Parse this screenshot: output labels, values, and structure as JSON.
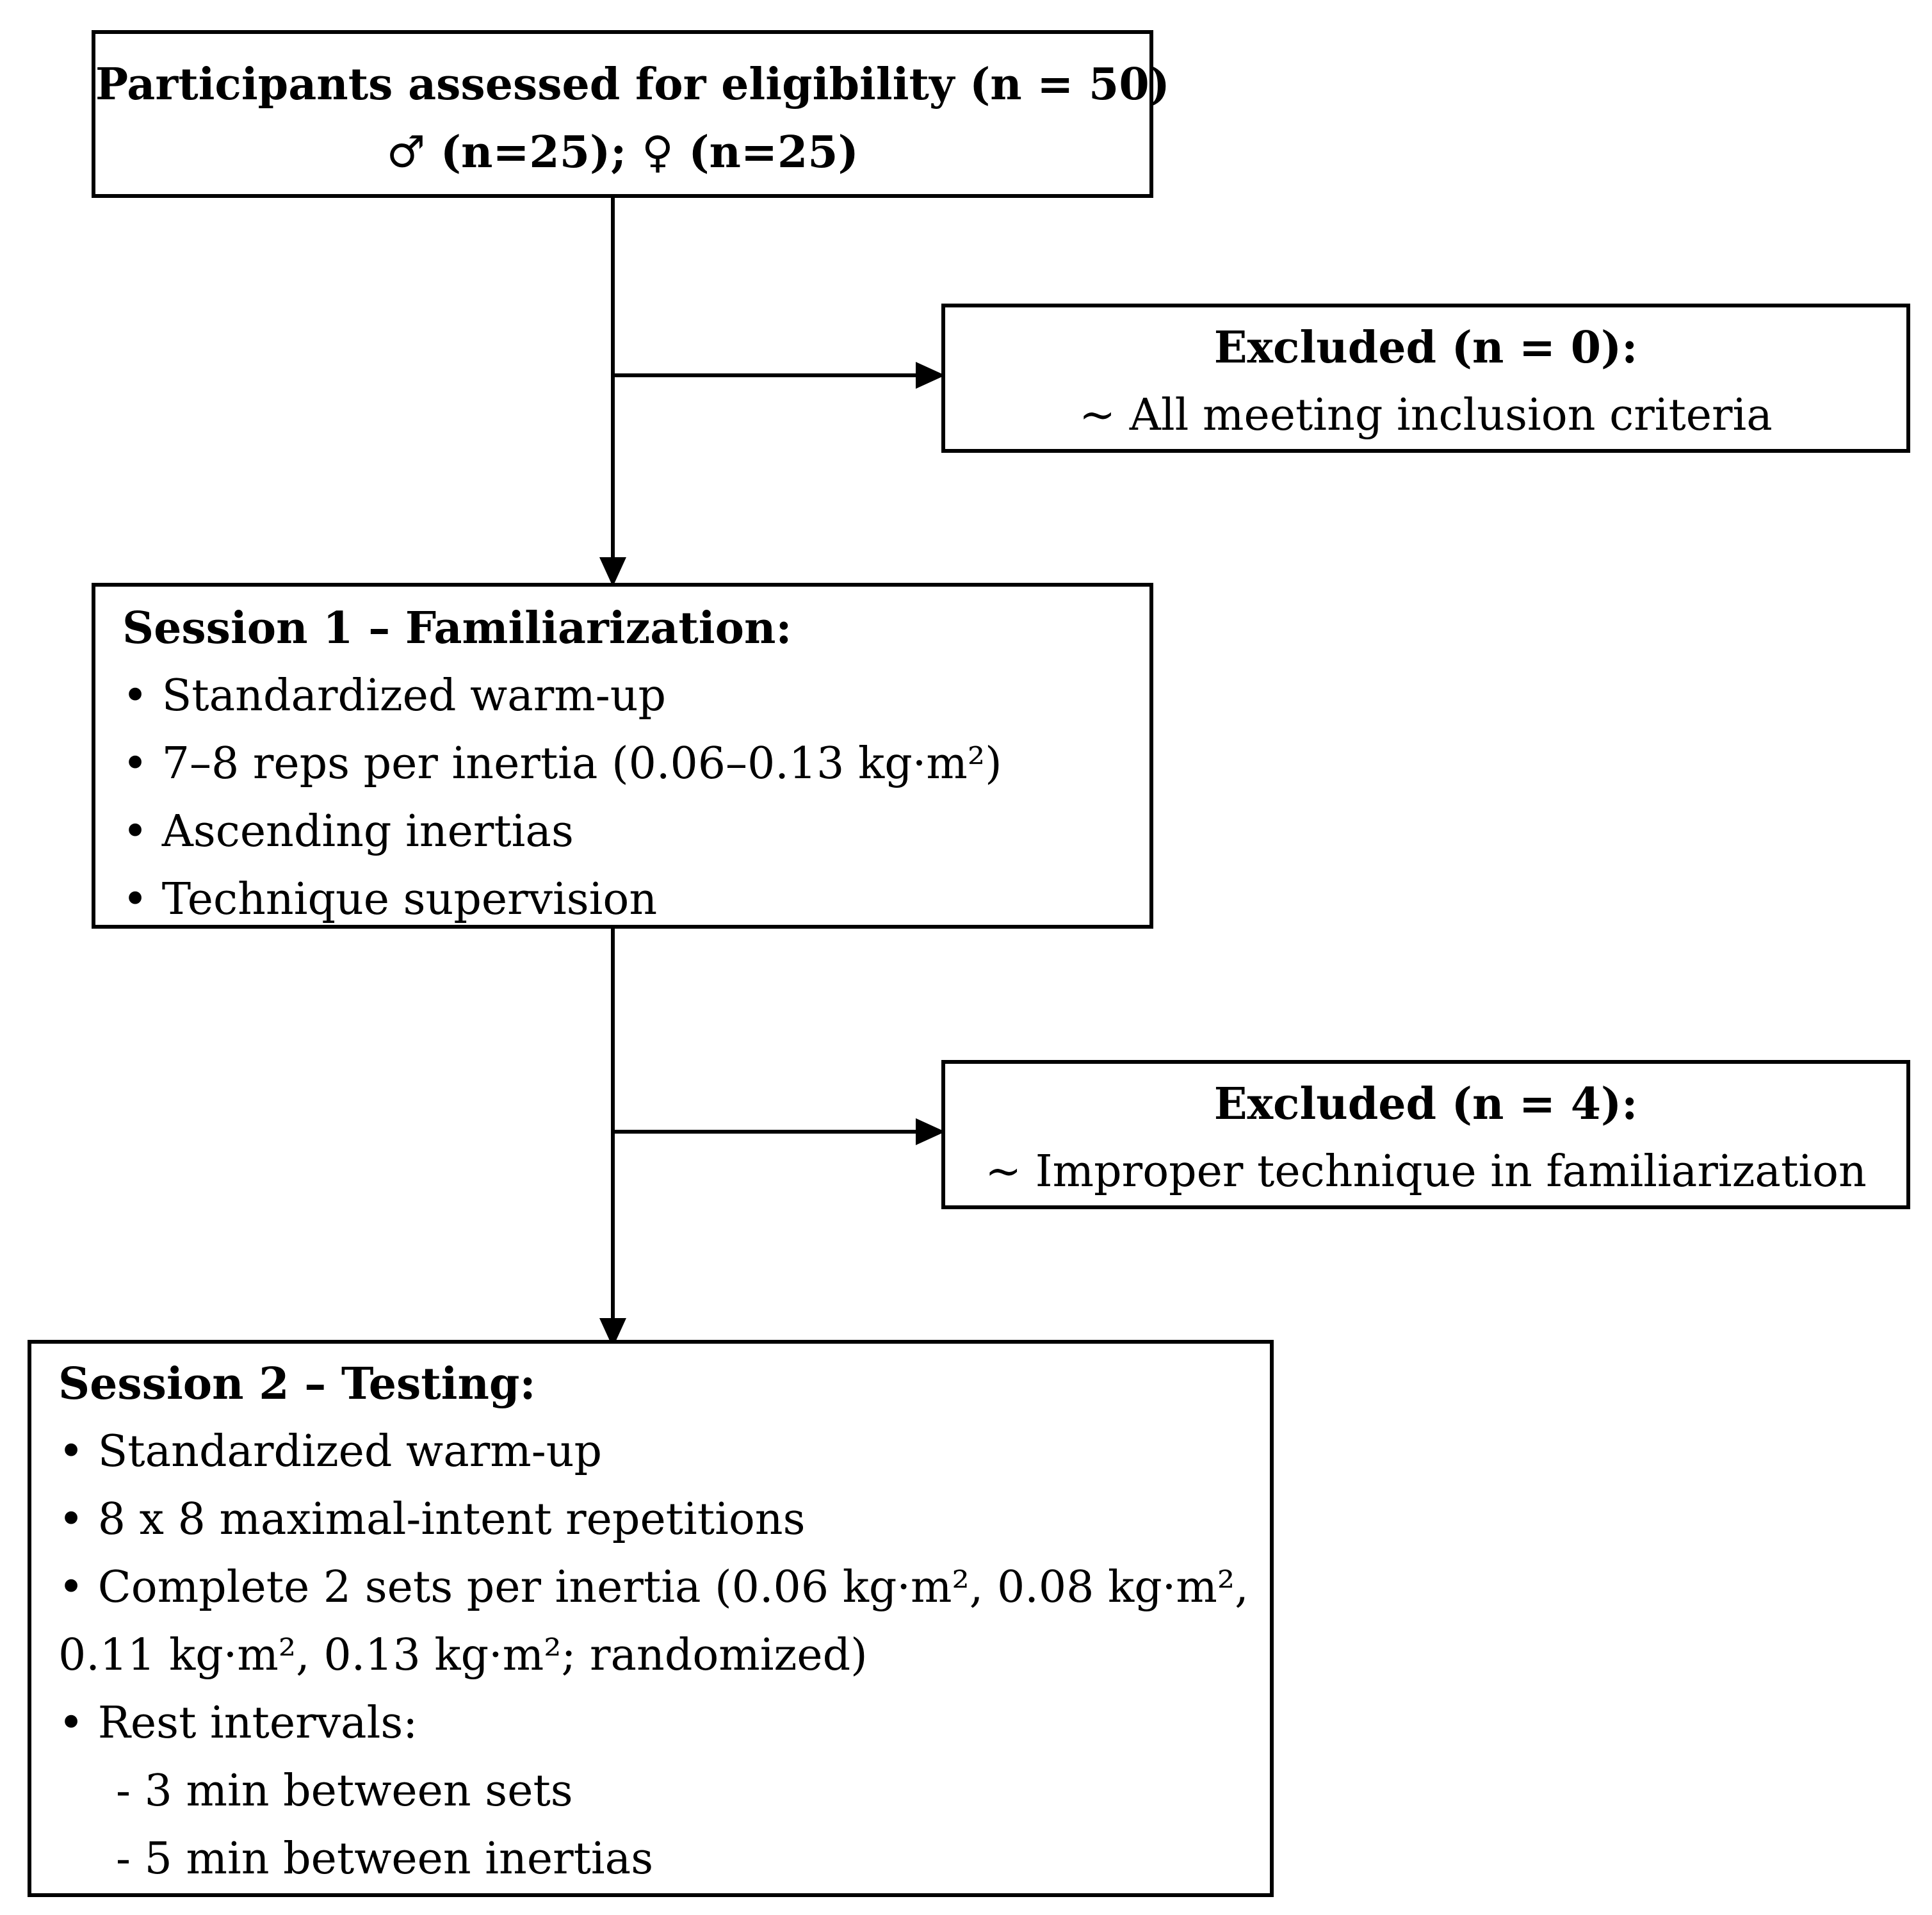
{
  "eligibility": {
    "title": "Participants assessed for eligibility (n = 50)",
    "subtitle": "♂ (n=25); ♀ (n=25)"
  },
  "excluded1": {
    "title": "Excluded (n = 0):",
    "reason": "~ All meeting inclusion criteria"
  },
  "session1": {
    "title": "Session 1 – Familiarization:",
    "items": [
      "• Standardized warm-up",
      "• 7–8 reps per inertia (0.06–0.13 kg·m²)",
      "• Ascending inertias",
      "• Technique supervision"
    ]
  },
  "excluded2": {
    "title": "Excluded (n = 4):",
    "reason": "~ Improper technique in familiarization"
  },
  "session2": {
    "title": "Session 2 – Testing:",
    "items": [
      "• Standardized warm-up",
      "• 8 x 8 maximal-intent repetitions",
      "• Complete 2 sets per inertia (0.06 kg·m², 0.08 kg·m²,",
      "0.11 kg·m², 0.13 kg·m²; randomized)",
      "• Rest intervals:"
    ],
    "subitems": [
      "- 3 min between sets",
      "- 5 min between inertias"
    ]
  }
}
